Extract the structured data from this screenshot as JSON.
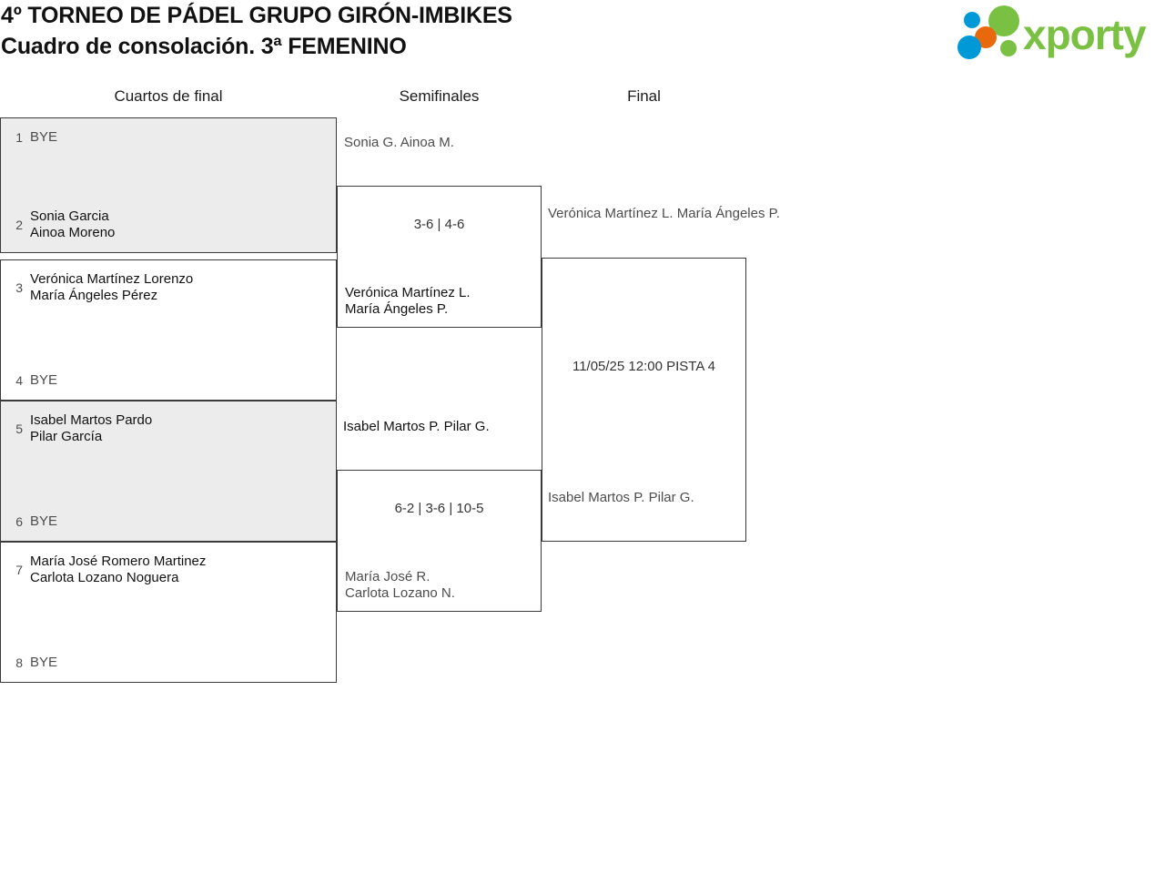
{
  "header": {
    "title_line1": "4º TORNEO DE PÁDEL GRUPO GIRÓN-IMBIKES",
    "title_line2": "Cuadro de consolación. 3ª FEMENINO",
    "logo_text": "xporty"
  },
  "columns": {
    "quarterfinals_label": "Cuartos de final",
    "semifinals_label": "Semifinales",
    "final_label": "Final"
  },
  "bracket": {
    "round1": [
      {
        "seed_top": "1",
        "top_line1": "BYE",
        "top_line2": "",
        "top_status": "bye",
        "seed_bottom": "2",
        "bottom_line1": "Sonia Garcia",
        "bottom_line2": "Ainoa Moreno",
        "bottom_status": "win"
      },
      {
        "seed_top": "3",
        "top_line1": "Verónica Martínez Lorenzo",
        "top_line2": "María Ángeles Pérez",
        "top_status": "win",
        "seed_bottom": "4",
        "bottom_line1": "BYE",
        "bottom_line2": "",
        "bottom_status": "bye"
      },
      {
        "seed_top": "5",
        "top_line1": "Isabel Martos Pardo",
        "top_line2": "Pilar García",
        "top_status": "win",
        "seed_bottom": "6",
        "bottom_line1": "BYE",
        "bottom_line2": "",
        "bottom_status": "bye"
      },
      {
        "seed_top": "7",
        "top_line1": "María José Romero Martinez",
        "top_line2": "Carlota Lozano Noguera",
        "top_status": "win",
        "seed_bottom": "8",
        "bottom_line1": "BYE",
        "bottom_line2": "",
        "bottom_status": "bye"
      }
    ],
    "round2": [
      {
        "top_line1": "Sonia G.",
        "top_line2": "Ainoa M.",
        "top_status": "lose",
        "score": "3-6 | 4-6",
        "bottom_line1": "Verónica Martínez L.",
        "bottom_line2": "María Ángeles P.",
        "bottom_status": "win"
      },
      {
        "top_line1": "Isabel Martos P.",
        "top_line2": "Pilar G.",
        "top_status": "win",
        "score": "6-2 | 3-6 | 10-5",
        "bottom_line1": "María José R.",
        "bottom_line2": "Carlota Lozano N.",
        "bottom_status": "lose"
      }
    ],
    "round3": [
      {
        "top_line1": "Verónica Martínez L.",
        "top_line2": "María Ángeles P.",
        "top_status": "pending",
        "schedule": "11/05/25 12:00 PISTA 4",
        "bottom_line1": "Isabel Martos P.",
        "bottom_line2": "Pilar G.",
        "bottom_status": "pending"
      }
    ]
  },
  "colors": {
    "logo_green": "#7ac143",
    "logo_blue": "#0099d8",
    "logo_orange": "#e8690b",
    "shaded_row": "#ececec",
    "border": "#3a3a3a",
    "winner_text": "#111111",
    "loser_text": "#4d4d4d"
  }
}
